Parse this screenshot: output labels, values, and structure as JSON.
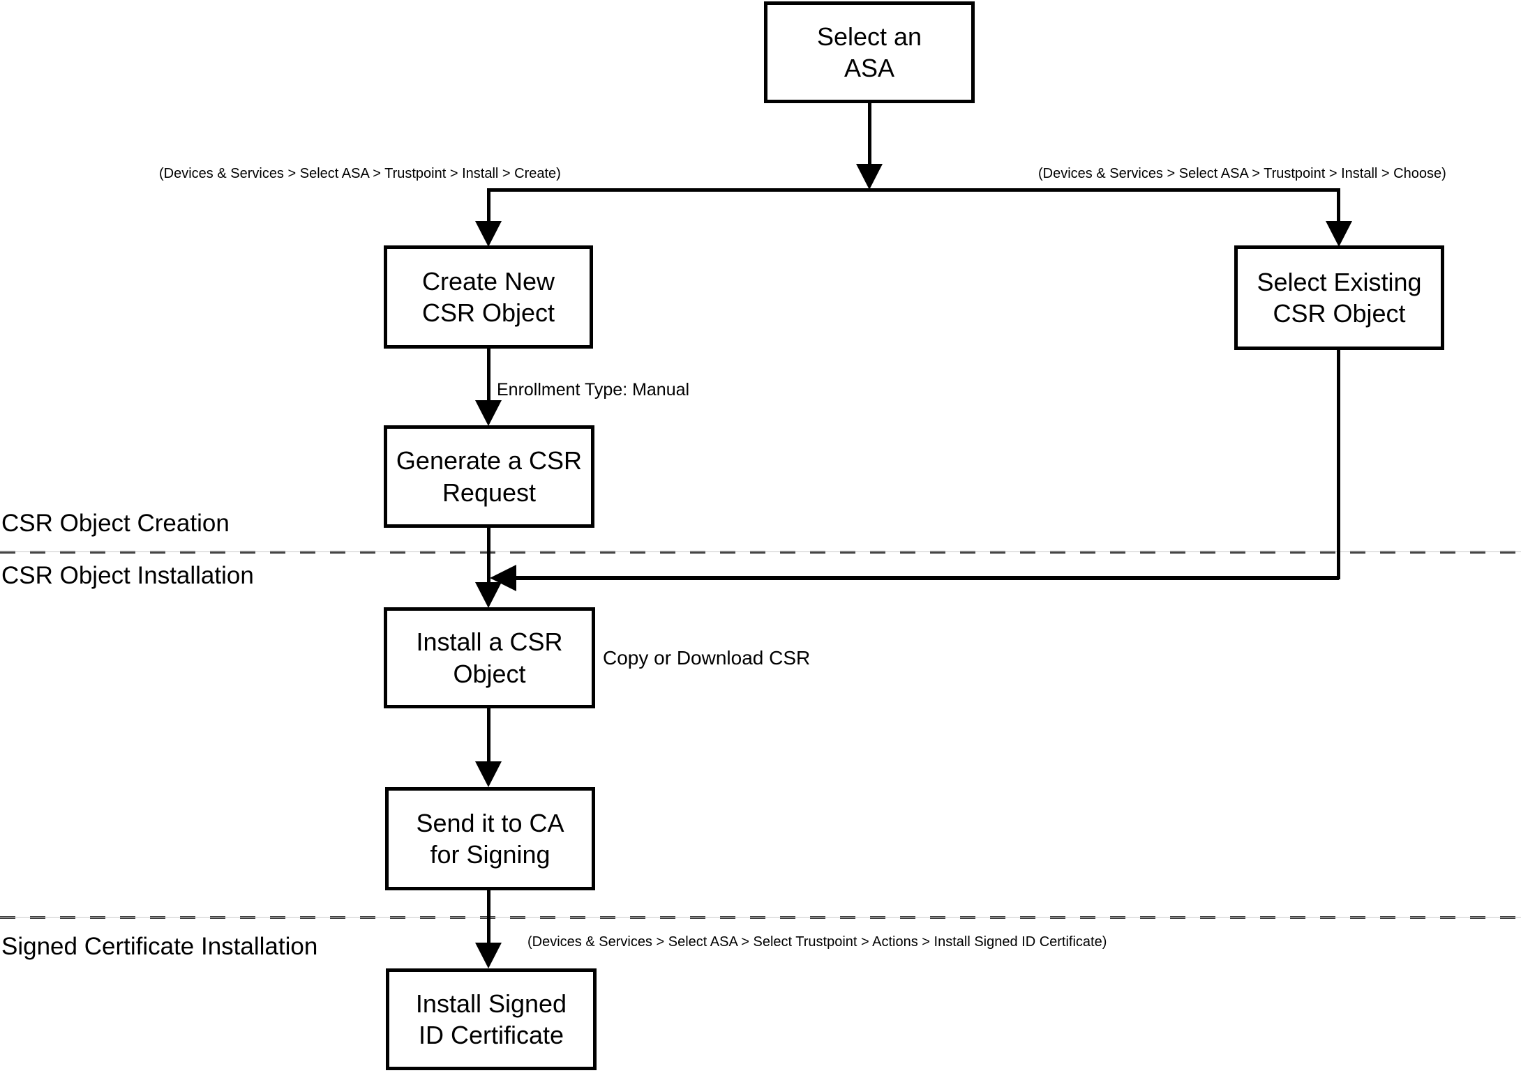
{
  "diagram": {
    "title": "ASA CSR certificate workflow flowchart",
    "colors": {
      "background": "#ffffff",
      "box_border": "#000000",
      "connector": "#000000",
      "divider_dash": "#3f3f3f",
      "divider_hairline": "#c9c9c9",
      "text": "#000000"
    },
    "nodes": {
      "select_asa": {
        "line1": "Select an",
        "line2": "ASA"
      },
      "create_new_csr": {
        "line1": "Create New",
        "line2": "CSR Object"
      },
      "select_existing_csr": {
        "line1": "Select Existing",
        "line2": "CSR Object"
      },
      "generate_csr": {
        "line1": "Generate a CSR",
        "line2": "Request"
      },
      "install_csr": {
        "line1": "Install a CSR",
        "line2": "Object"
      },
      "send_to_ca": {
        "line1": "Send it to CA",
        "line2": "for Signing"
      },
      "install_signed_cert": {
        "line1": "Install Signed",
        "line2": "ID Certificate"
      }
    },
    "edge_labels": {
      "breadcrumb_create": "(Devices & Services > Select ASA > Trustpoint > Install > Create)",
      "breadcrumb_choose": "(Devices & Services > Select ASA > Trustpoint > Install > Choose)",
      "enrollment_type": "Enrollment Type: Manual",
      "copy_or_download": "Copy or Download CSR",
      "breadcrumb_install_signed": "(Devices & Services > Select ASA > Select Trustpoint > Actions > Install Signed ID Certificate)"
    },
    "sections": {
      "creation": "CSR Object Creation",
      "installation": "CSR Object Installation",
      "signed_installation": "Signed Certificate Installation"
    }
  }
}
